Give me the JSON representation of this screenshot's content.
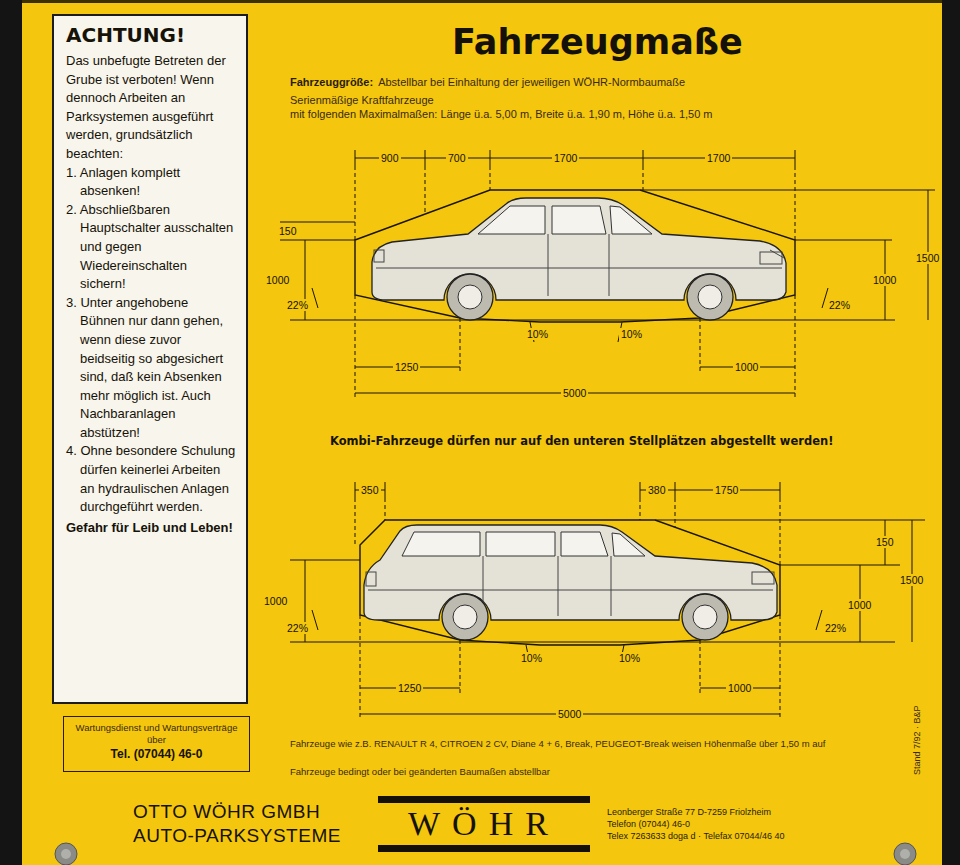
{
  "diagram": {
    "title": "Fahrzeugmaße",
    "nodes": [
      {
        "text": [
          "ACHTUNG!",
          "Das unbefugte Betreten der Grube ist verboten! Wenn dennoch Arbeiten an Parksystemen ausgeführt werden, grundsätzlich beachten:",
          "1. Anlagen komplett absenken!",
          "2. Abschließbaren Hauptschalter ausschalten und gegen Wiedereinschalten sichern!",
          "3. Unter angehobene Bühnen nur dann gehen, wenn diese zuvor beidseitig so abgesichert sind, daß kein Absenken mehr möglich ist. Auch Nachbaranlagen abstützen!",
          "4. Ohne besondere Schulung dürfen keinerlei Arbeiten an hydraulischen Anlagen durchgeführt werden.",
          "Gefahr für Leib und Leben!"
        ]
      },
      {
        "text": [
          "Wartungsdienst und Wartungsverträge über",
          "Tel. (07044) 46-0"
        ]
      }
    ],
    "labels": [
      "Fahrzeuggröße:",
      "Abstellbar bei Einhaltung der jeweiligen WÖHR-Normbaumaße",
      "Serienmäßige Kraftfahrzeuge",
      "mit folgenden Maximalmaßen: Länge ü.a. 5,00 m, Breite ü.a. 1,90 m, Höhe ü.a. 1,50 m",
      "900",
      "700",
      "1700",
      "1700",
      "150",
      "1000",
      "22%",
      "10%",
      "10%",
      "22%",
      "1000",
      "1500",
      "1250",
      "1000",
      "5000",
      "Kombi-Fahrzeuge dürfen nur auf den unteren Stellplätzen abgestellt werden!",
      "350",
      "380",
      "1750",
      "150",
      "1500",
      "1000",
      "1000",
      "22%",
      "22%",
      "10%",
      "10%",
      "1250",
      "1000",
      "5000",
      "Fahrzeuge wie z.B. RENAULT R 4, CITROEN 2 CV, Diane 4 + 6, Break, PEUGEOT-Break weisen Höhenmaße über 1,50 m auf",
      "Fahrzeuge bedingt oder bei geänderten Baumaßen abstellbar",
      "Stand 7/92 · B&P",
      "OTTO WÖHR GMBH",
      "AUTO-PARKSYSTEME",
      "WÖHR",
      "Leonberger Straße 77   D-7259 Friolzheim",
      "Telefon (07044) 46-0",
      "Telex 7263633 doga d · Telefax 07044/46 40"
    ]
  }
}
